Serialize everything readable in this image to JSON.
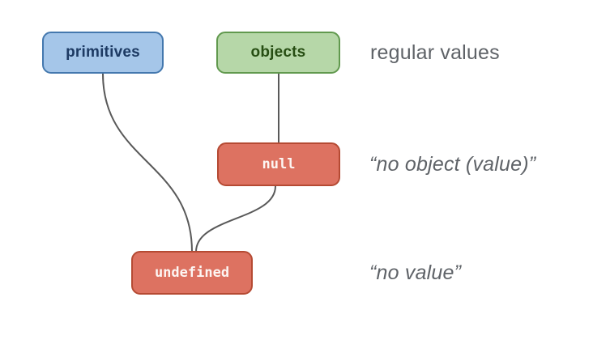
{
  "diagram": {
    "nodes": [
      {
        "id": "primitives",
        "label": "primitives",
        "fill": "#a5c6e9",
        "border": "#4478ae",
        "text_color": "#1d3a63",
        "font": "sans"
      },
      {
        "id": "objects",
        "label": "objects",
        "fill": "#b6d7a8",
        "border": "#61994e",
        "text_color": "#274e13",
        "font": "sans"
      },
      {
        "id": "null",
        "label": "null",
        "fill": "#dd7261",
        "border": "#b54a33",
        "text_color": "#fdf6f3",
        "font": "mono"
      },
      {
        "id": "undefined",
        "label": "undefined",
        "fill": "#dd7261",
        "border": "#b54a33",
        "text_color": "#fdf6f3",
        "font": "mono"
      }
    ],
    "annotations": [
      {
        "id": "regular-values",
        "text": "regular values",
        "italic": false
      },
      {
        "id": "no-object-value",
        "text": "“no object (value)”",
        "italic": true
      },
      {
        "id": "no-value",
        "text": "“no value”",
        "italic": true
      }
    ],
    "connections": [
      {
        "from": "primitives",
        "to": "undefined"
      },
      {
        "from": "objects",
        "to": "null"
      },
      {
        "from": "null",
        "to": "undefined"
      }
    ],
    "annotation_color": "#5f6368",
    "connector_color": "#595959"
  }
}
